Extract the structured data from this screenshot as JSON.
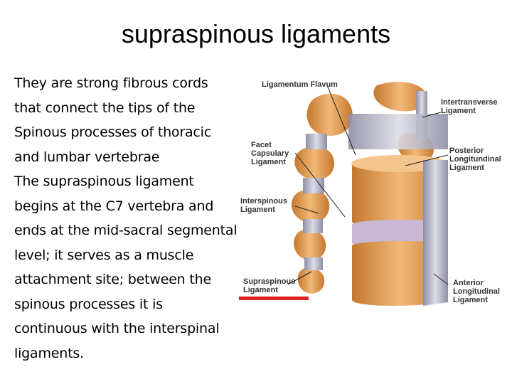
{
  "slide": {
    "title": "supraspinous ligaments",
    "paragraph_lines": [
      "They are strong fibrous cords",
      "that connect the tips of the",
      "Spinous processes of thoracic",
      "and lumbar vertebrae",
      "The supraspinous ligament",
      "begins at the C7 vertebra and",
      "ends at the mid-sacral segmental",
      "level; it serves as a muscle",
      "attachment site; between the",
      "spinous processes it is",
      "continuous with the interspinal",
      "ligaments."
    ]
  },
  "figure": {
    "labels": {
      "ligamentum_flavum": "Ligamentum Flavum",
      "intertransverse": [
        "Intertransverse",
        "Ligament"
      ],
      "facet_capsulary": [
        "Facet",
        "Capsulary",
        "Ligament"
      ],
      "posterior_longitudinal": [
        "Posterior",
        "Longitundinal",
        "Ligament"
      ],
      "interspinous": [
        "Interspinous",
        "Ligament"
      ],
      "supraspinous": [
        "Supraspinous",
        "Ligament"
      ],
      "anterior_longitudinal": [
        "Anterior",
        "Longitudinal",
        "Ligament"
      ]
    },
    "colors": {
      "bone": "#e8a35a",
      "bone_dark": "#c4782f",
      "ligament": "#b9b9c9",
      "disc": "#c9b7d6",
      "highlight_underline": "#e02020"
    }
  }
}
